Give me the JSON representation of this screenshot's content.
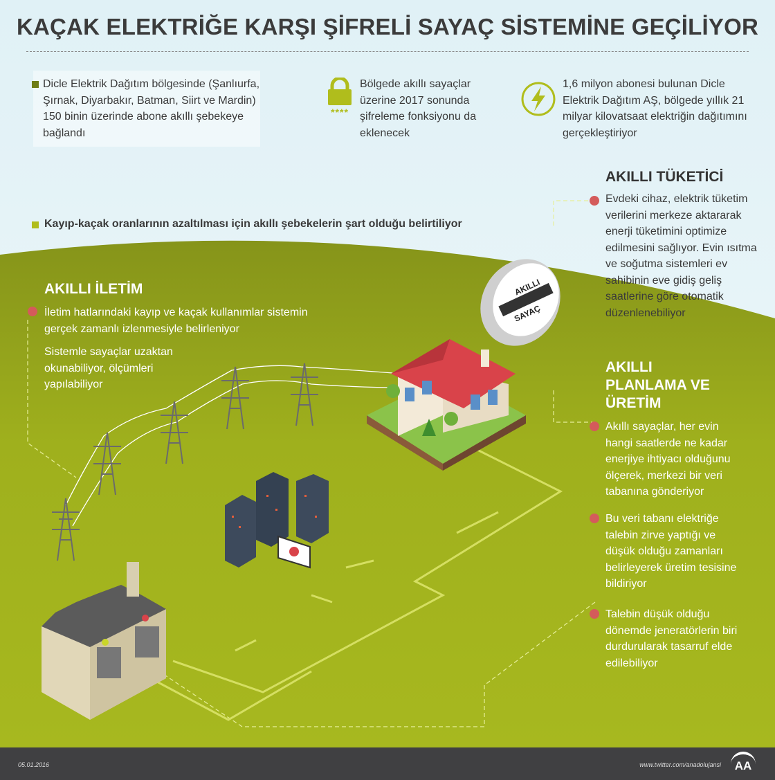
{
  "title": "KAÇAK ELEKTRİĞE KARŞI ŞİFRELİ SAYAÇ SİSTEMİNE GEÇİLİYOR",
  "intro": [
    {
      "icon": "square-bullet-icon",
      "text": "Dicle Elektrik Dağıtım bölgesinde (Şanlıurfa, Şırnak, Diyarbakır, Batman, Siirt ve Mardin) 150 binin üzerinde abone akıllı şebekeye bağlandı"
    },
    {
      "icon": "lock-icon",
      "lock_code": "****",
      "text": "Bölgede akıllı sayaçlar üzerine 2017 sonunda şifreleme fonksiyonu da eklenecek"
    },
    {
      "icon": "lightning-icon",
      "text": "1,6 milyon abonesi bulunan Dicle Elektrik Dağıtım AŞ, bölgede yıllık 21 milyar kilovatsaat elektriğin dağıtımını gerçekleştiriyor"
    }
  ],
  "note": "Kayıp-kaçak oranlarının azaltılması için akıllı şebekelerin şart olduğu belirtiliyor",
  "meter": {
    "top": "AKILLI",
    "bottom": "SAYAÇ"
  },
  "iletim": {
    "heading": "AKILLI İLETİM",
    "items": [
      "İletim hatlarındaki kayıp ve kaçak kullanımlar sistemin gerçek zamanlı izlenmesiyle belirleniyor",
      "Sistemle sayaçlar uzaktan okunabiliyor, ölçümleri yapılabiliyor"
    ]
  },
  "tuketici": {
    "heading": "AKILLI TÜKETİCİ",
    "items": [
      "Evdeki cihaz, elektrik tüketim verilerini merkeze aktararak enerji tüketimini optimize edilmesini sağlıyor. Evin ısıtma ve soğutma sistemleri ev sahibinin eve gidiş geliş saatlerine göre otomatik düzenlenebiliyor"
    ]
  },
  "planlama": {
    "heading": "AKILLI PLANLAMA VE ÜRETİM",
    "items": [
      "Akıllı sayaçlar, her evin hangi saatlerde ne kadar enerjiye ihtiyacı olduğunu ölçerek, merkezi bir veri tabanına gönderiyor",
      "Bu veri tabanı elektriğe talebin zirve yaptığı ve düşük olduğu zamanları belirleyerek üretim tesisine bildiriyor",
      "Talebin düşük olduğu dönemde jeneratörlerin biri durdurularak tasarruf elde edilebiliyor"
    ]
  },
  "footer": {
    "date": "05.01.2016",
    "twitter": "www.twitter.com/anadolujansi",
    "logo": "AA"
  },
  "colors": {
    "green": "#9aab1c",
    "dark_green": "#7d8c14",
    "red": "#d45b5b",
    "sky": "#e4f2f6"
  }
}
